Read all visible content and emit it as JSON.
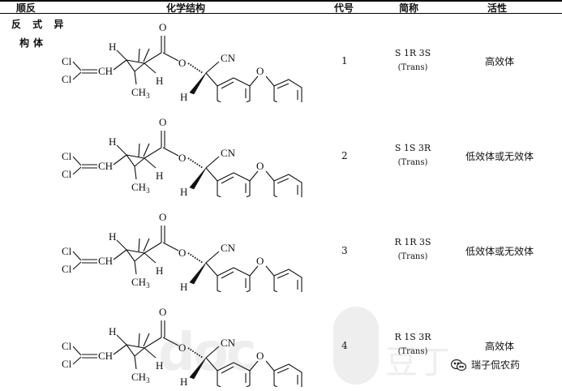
{
  "table": {
    "headers": {
      "isomer": "顺反",
      "structure": "化学结构",
      "code": "代号",
      "abbr": "简称",
      "activity": "活性"
    },
    "isomer_group": [
      "反 式 异",
      "构体"
    ],
    "rows": [
      {
        "code": "1",
        "abbr": "S 1R 3S",
        "trans": "(Trans)",
        "activity": "高效体"
      },
      {
        "code": "2",
        "abbr": "S 1S 3R",
        "trans": "(Trans)",
        "activity": "低效体或无效体"
      },
      {
        "code": "3",
        "abbr": "R 1R 3S",
        "trans": "(Trans)",
        "activity": "低效体或无效体"
      },
      {
        "code": "4",
        "abbr": "R 1S 3R",
        "trans": "(Trans)",
        "activity": "高效体"
      }
    ]
  },
  "structure_labels": {
    "cl": "Cl",
    "ch": "CH",
    "ch3": "CH",
    "ch3_sub": "3",
    "h": "H",
    "o": "O",
    "cn": "CN"
  },
  "watermark": {
    "brand": "doc",
    "suffix": "豆丁"
  },
  "badge": {
    "name": "瑞子侃农药",
    "icon": "wechat-icon"
  }
}
